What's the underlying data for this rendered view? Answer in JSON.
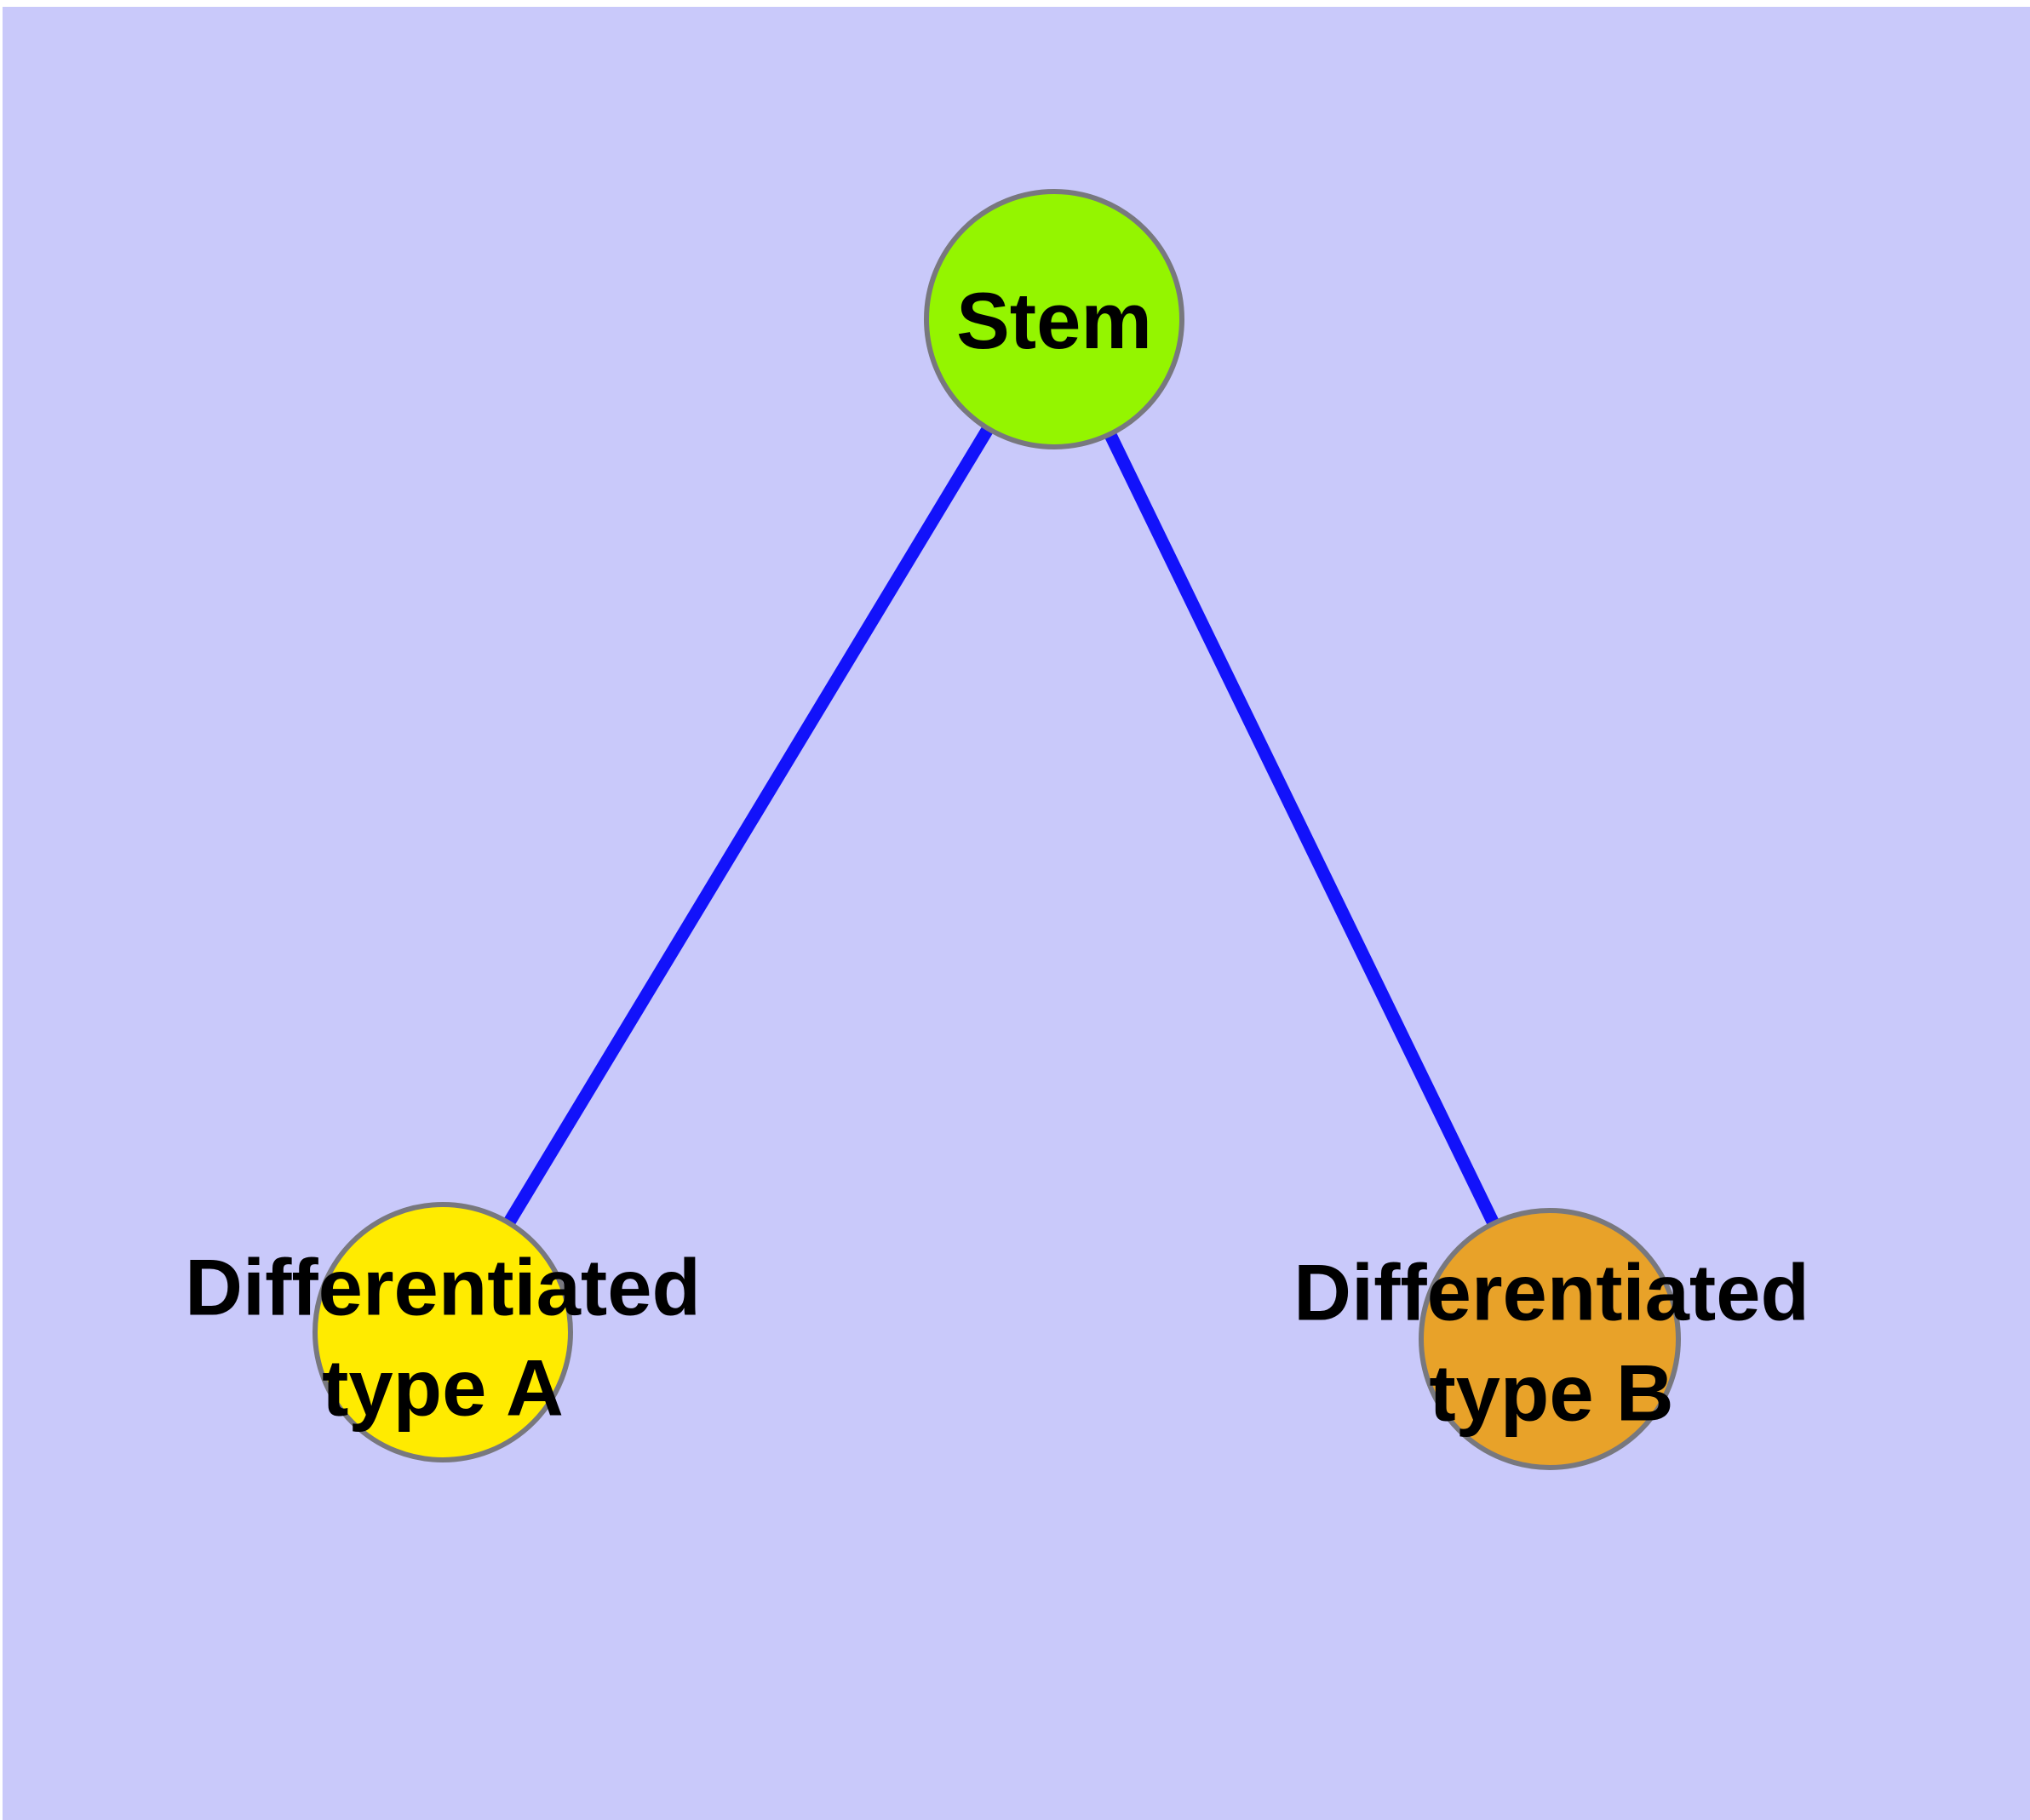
{
  "diagram": {
    "type": "node-link-graph",
    "description": "Stem cell differentiation diagram: one stem node branching to two differentiated cell type nodes",
    "canvas": {
      "background_color": "#C9C9FA",
      "margin_color": "#FFFFFF"
    },
    "style": {
      "edge_color": "#1212FA",
      "node_border_color": "#78787E",
      "label_color": "#000000"
    },
    "nodes": [
      {
        "id": "stem",
        "label": "Stem",
        "fill": "#94F500"
      },
      {
        "id": "type-a",
        "label": "Differentiated\ntype A",
        "fill": "#FFEB00"
      },
      {
        "id": "type-b",
        "label": "Differentiated\ntype B",
        "fill": "#E8A229"
      }
    ],
    "edges": [
      {
        "from": "stem",
        "to": "type-a"
      },
      {
        "from": "stem",
        "to": "type-b"
      }
    ]
  }
}
